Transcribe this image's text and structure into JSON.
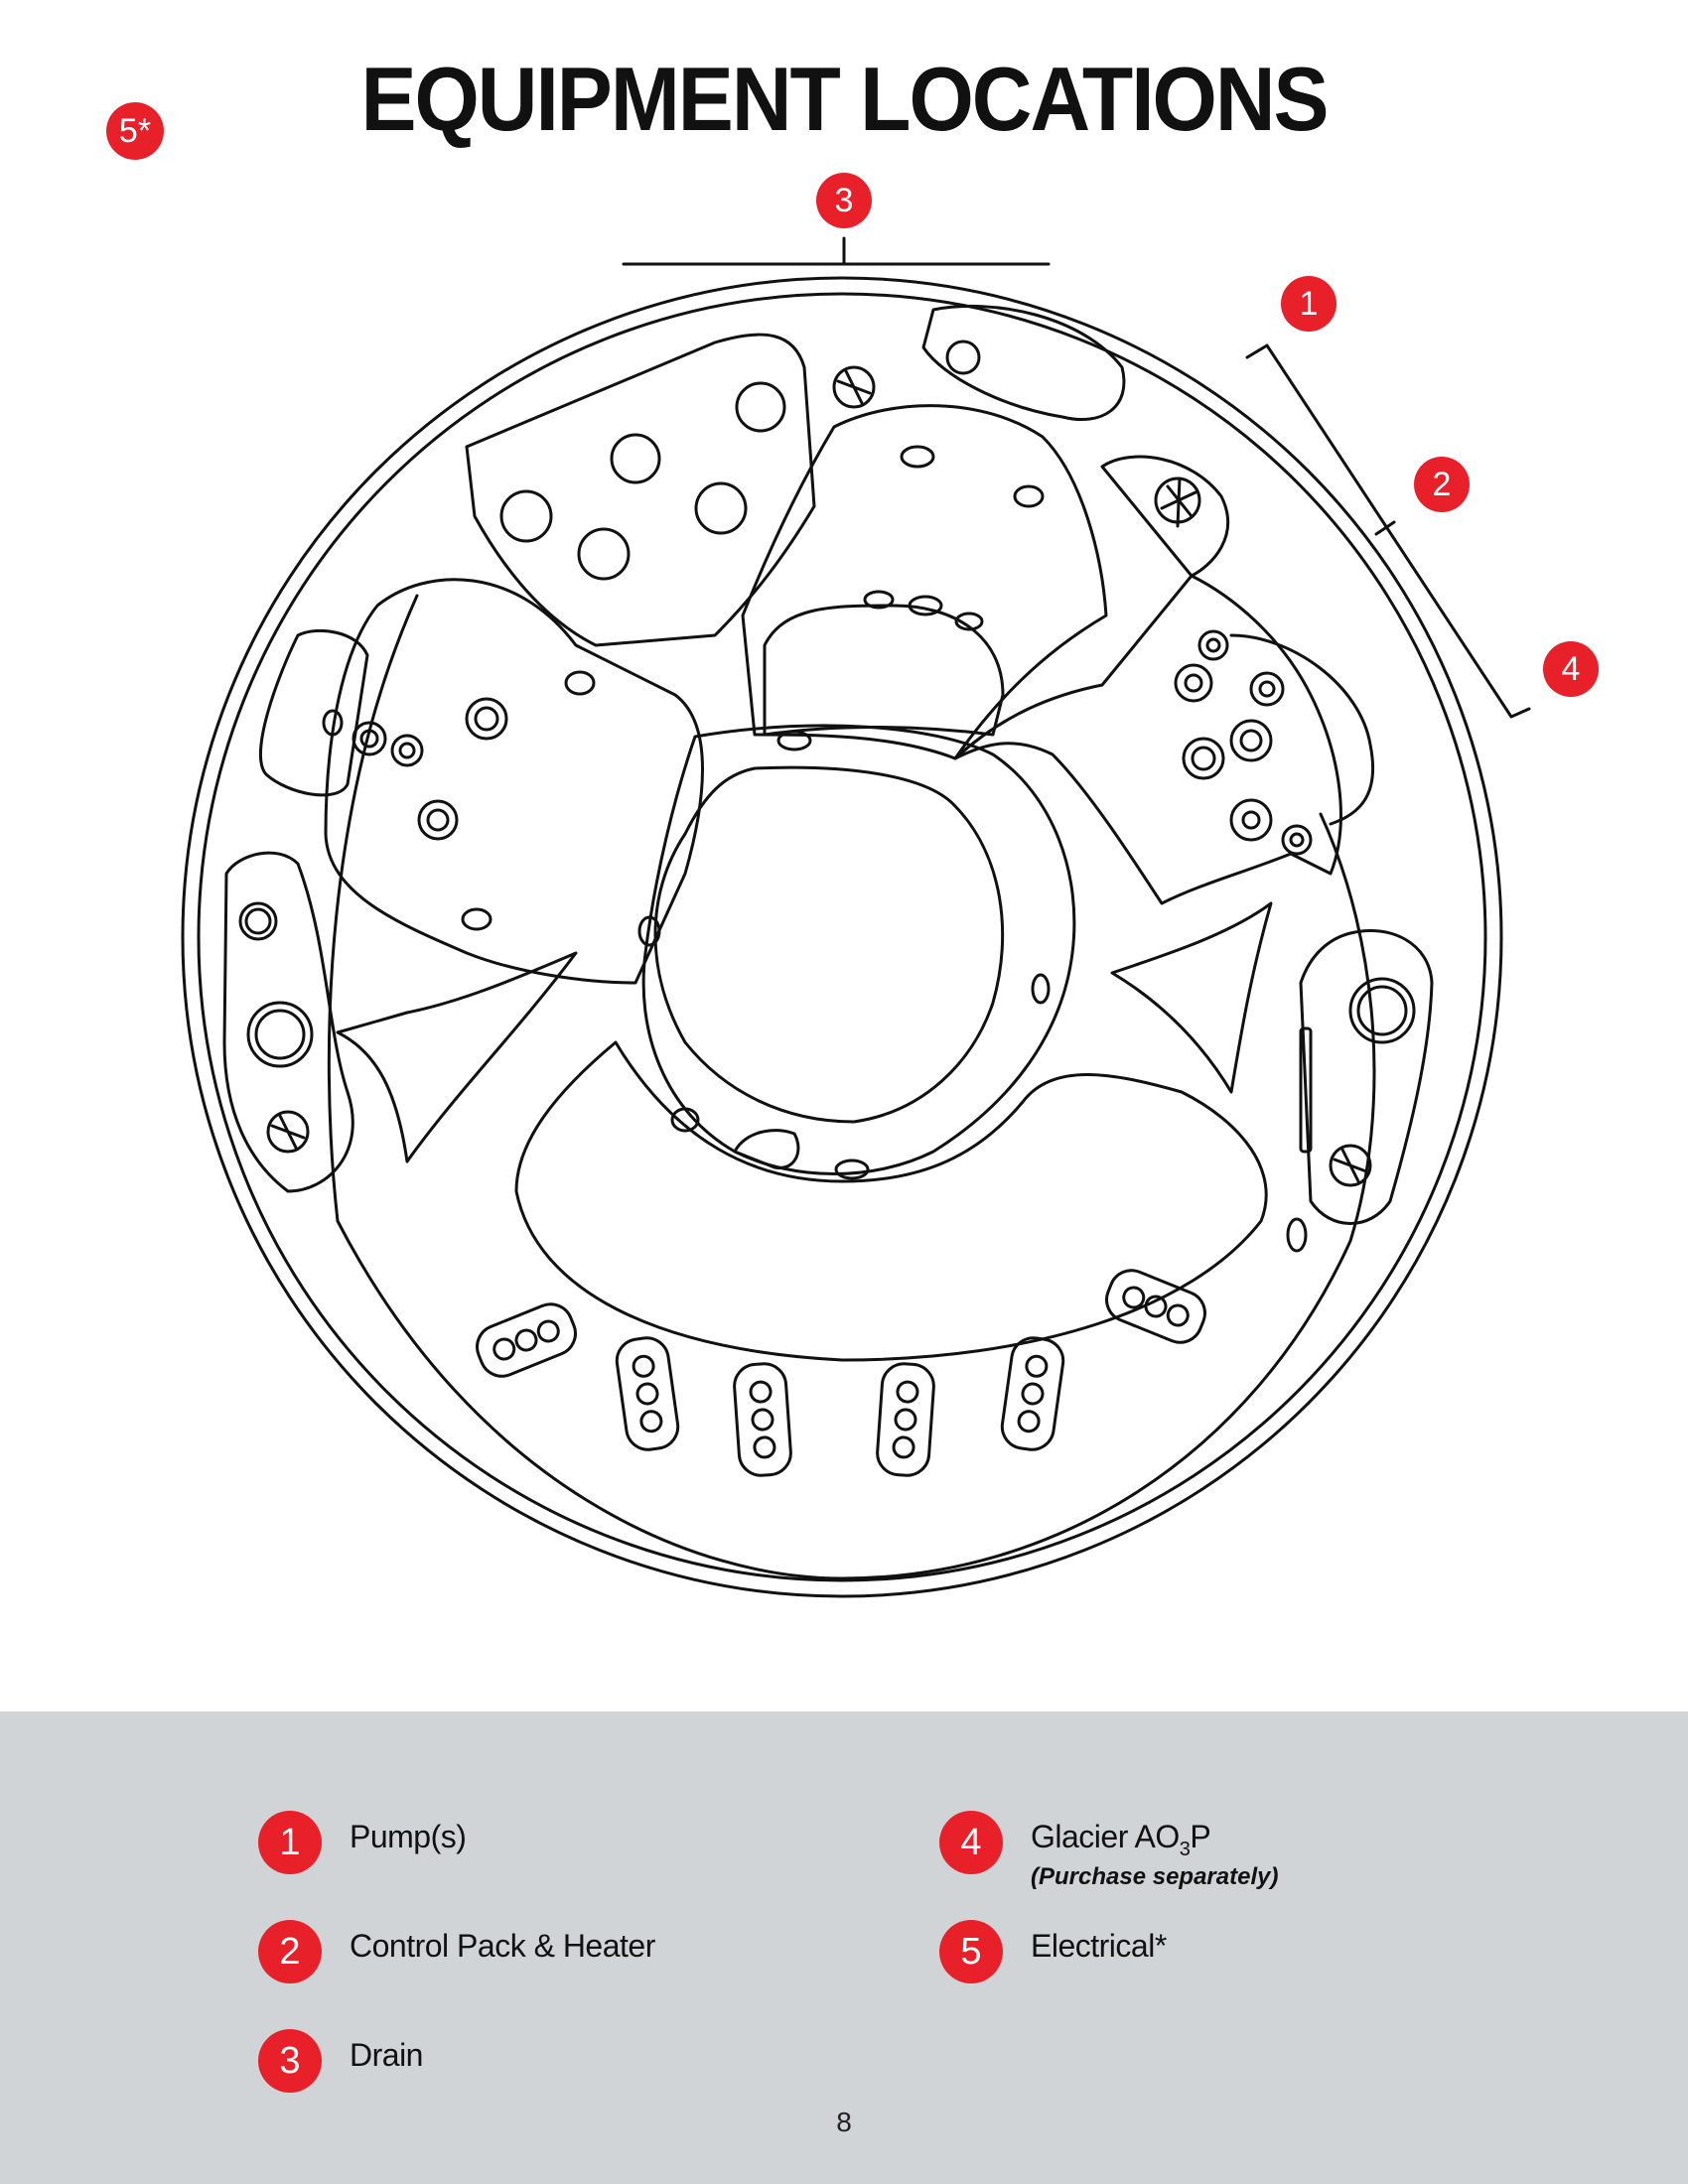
{
  "title": "EQUIPMENT LOCATIONS",
  "corner_marker": "5*",
  "markers": {
    "drain": "3",
    "pumps": "1",
    "control_pack": "2",
    "glacier": "4"
  },
  "legend": [
    {
      "number": "1",
      "label": "Pump(s)"
    },
    {
      "number": "2",
      "label": "Control Pack & Heater"
    },
    {
      "number": "3",
      "label": "Drain"
    },
    {
      "number": "4",
      "label_prefix": "Glacier AO",
      "label_sub": "3",
      "label_suffix": "P",
      "note": "(Purchase separately)"
    },
    {
      "number": "5",
      "label": "Electrical*"
    }
  ],
  "page_number": "8",
  "colors": {
    "marker_red": "#e8202a",
    "legend_background": "#d1d4d6",
    "line": "#111111"
  }
}
